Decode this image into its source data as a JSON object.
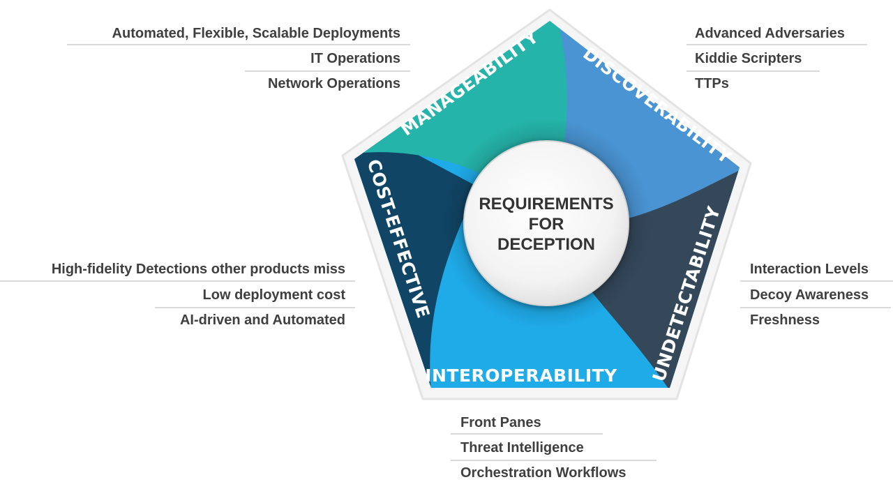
{
  "colors": {
    "manageability": "#25B4A9",
    "discoverability": "#4A94D3",
    "undetectability": "#34485A",
    "interoperability": "#1FAAE8",
    "cost_effective": "#104565",
    "label_text": "#3F3F3F",
    "center_text": "#333333"
  },
  "center": {
    "line1": "REQUIREMENTS",
    "line2": "FOR",
    "line3": "DECEPTION"
  },
  "segments": {
    "manageability": "MANAGEABILITY",
    "discoverability": "DISCOVERABILITY",
    "undetectability": "UNDETECTABILITY",
    "interoperability": "INTEROPERABILITY",
    "cost_effective": "COST-EFFECTIVE"
  },
  "details": {
    "manageability": [
      "Automated, Flexible, Scalable Deployments",
      "IT Operations",
      "Network Operations"
    ],
    "discoverability": [
      "Advanced Adversaries",
      "Kiddie Scripters",
      "TTPs"
    ],
    "undetectability": [
      "Interaction Levels",
      "Decoy Awareness",
      "Freshness"
    ],
    "interoperability": [
      "Front Panes",
      "Threat Intelligence",
      "Orchestration Workflows"
    ],
    "cost_effective": [
      "High-fidelity Detections other products miss",
      "Low deployment cost",
      "AI-driven and Automated"
    ]
  }
}
